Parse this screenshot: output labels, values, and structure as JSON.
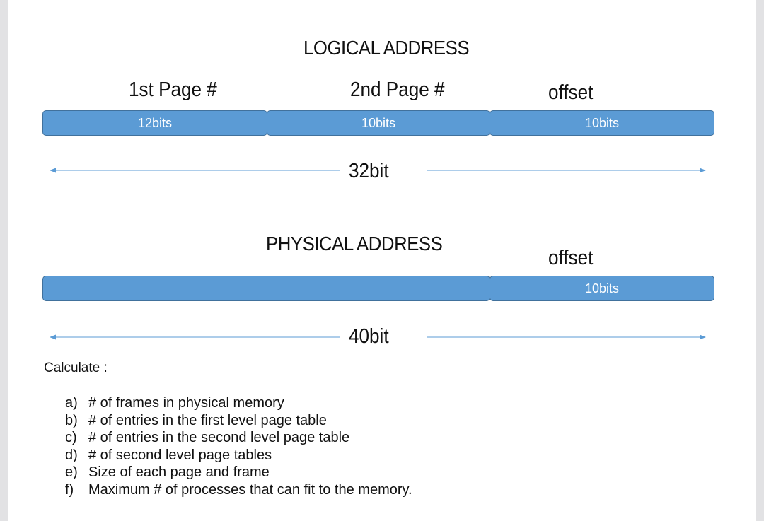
{
  "logical": {
    "heading": "LOGICAL ADDRESS",
    "fields": [
      {
        "title": "1st Page #",
        "bits": "12bits"
      },
      {
        "title": "2nd Page #",
        "bits": "10bits"
      },
      {
        "title": "offset",
        "bits": "10bits"
      }
    ],
    "total": "32bit"
  },
  "physical": {
    "heading": "PHYSICAL ADDRESS",
    "offset_title": "offset",
    "offset_bits": "10bits",
    "total": "40bit"
  },
  "calculate": {
    "label": "Calculate :",
    "items": [
      {
        "marker": "a)",
        "text": "# of frames in physical memory"
      },
      {
        "marker": "b)",
        "text": "# of entries in the first level page table"
      },
      {
        "marker": "c)",
        "text": "# of entries in the second level page table"
      },
      {
        "marker": "d)",
        "text": "# of second level page tables"
      },
      {
        "marker": "e)",
        "text": "Size of each page and frame"
      },
      {
        "marker": "f)",
        "text": "Maximum # of processes that can fit to the memory."
      }
    ]
  },
  "colors": {
    "bar_fill": "#5b9bd5",
    "bar_border": "#41719c",
    "arrow": "#5b9bd5"
  }
}
